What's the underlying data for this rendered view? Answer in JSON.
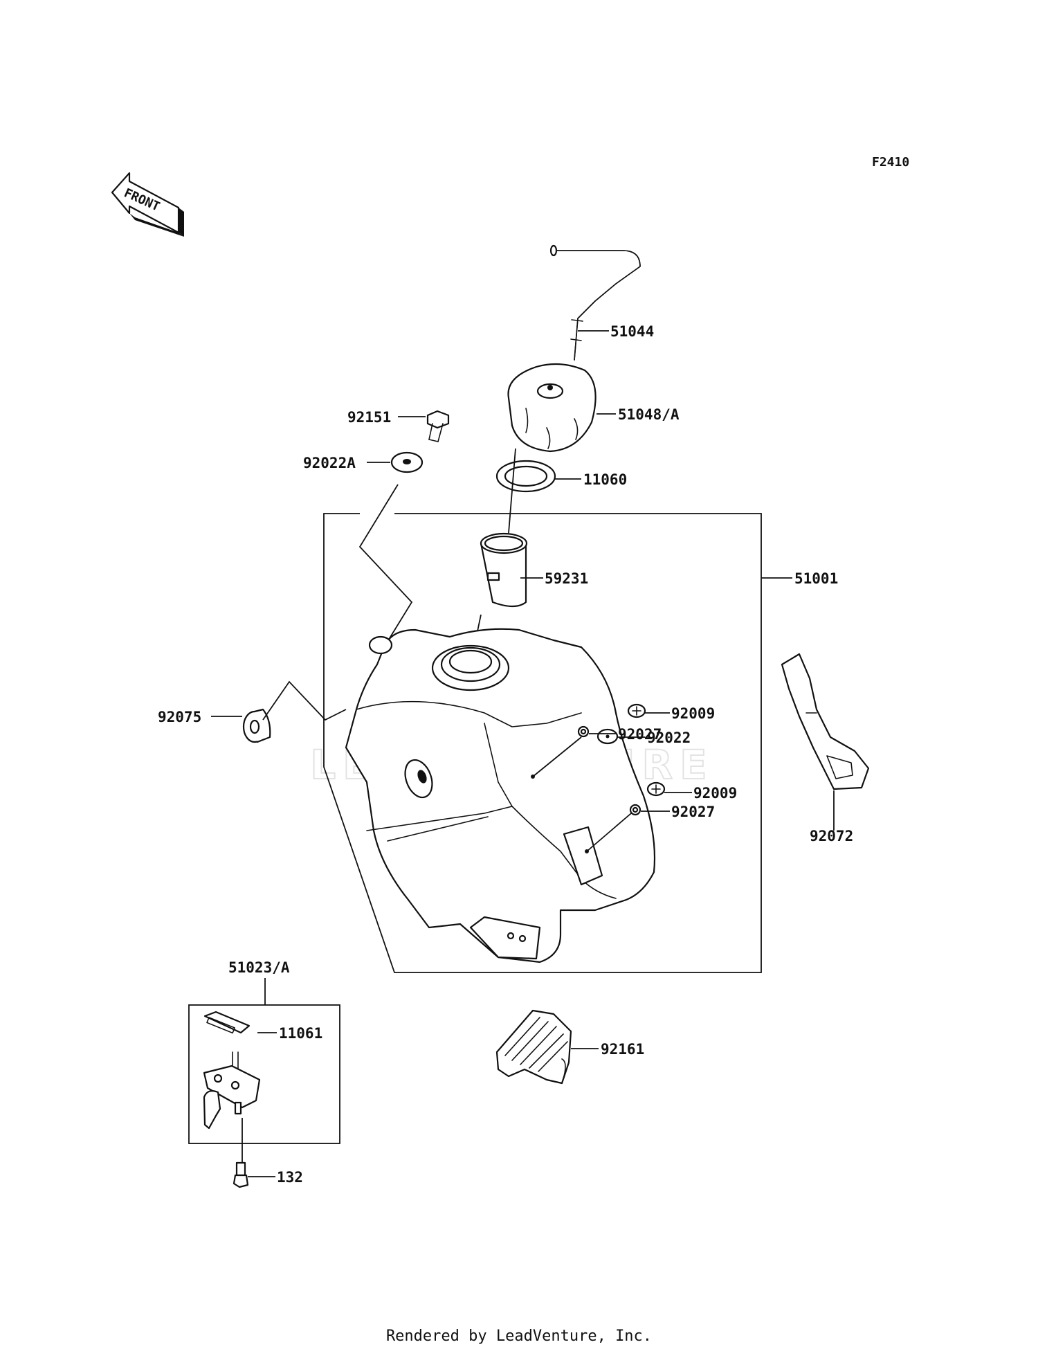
{
  "figure_code": "F2410",
  "front_label": "FRONT",
  "watermark": "LEADVENTURE",
  "parts": {
    "p51044": "51044",
    "p51048A": "51048/A",
    "p92151": "92151",
    "p92022A": "92022A",
    "p11060": "11060",
    "p59231": "59231",
    "p51001": "51001",
    "p92075": "92075",
    "p92009a": "92009",
    "p92022": "92022",
    "p92027a": "92027",
    "p92009b": "92009",
    "p92027b": "92027",
    "p92072": "92072",
    "p51023A": "51023/A",
    "p11061": "11061",
    "p132": "132",
    "p92161": "92161"
  },
  "footer": "Rendered by LeadVenture, Inc."
}
